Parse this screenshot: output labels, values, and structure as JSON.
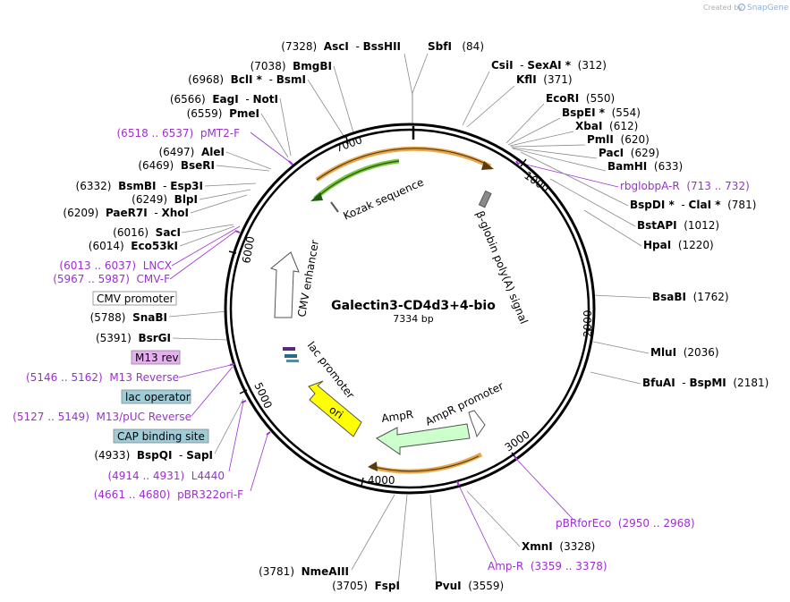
{
  "header": {
    "created_by": "Created by",
    "brand": "SnapGene"
  },
  "plasmid": {
    "name": "Galectin3-CD4d3+4-bio",
    "length_label": "7334 bp"
  },
  "ticks": [
    "1000",
    "2000",
    "3000",
    "4000",
    "5000",
    "6000",
    "7000"
  ],
  "features": {
    "kozak": "Kozak sequence",
    "beta_globin": "β-globin poly(A) signal",
    "cmv_enhancer": "CMV enhancer",
    "lac_promoter": "lac promoter",
    "ori": "ori",
    "ampr": "AmpR",
    "ampr_promoter": "AmpR promoter"
  },
  "sites": [
    {
      "id": "sbfi",
      "parts": [
        {
          "t": "SbfI",
          "cls": "enz"
        },
        {
          "t": "   (84)"
        }
      ]
    },
    {
      "id": "csii",
      "parts": [
        {
          "t": "CsiI",
          "cls": "enz"
        },
        {
          "t": "  - "
        },
        {
          "t": "SexAI *",
          "cls": "enz"
        },
        {
          "t": "  (312)"
        }
      ]
    },
    {
      "id": "kfli",
      "parts": [
        {
          "t": "KflI",
          "cls": "enz"
        },
        {
          "t": "  (371)"
        }
      ]
    },
    {
      "id": "ecori",
      "parts": [
        {
          "t": "EcoRI",
          "cls": "enz"
        },
        {
          "t": "  (550)"
        }
      ]
    },
    {
      "id": "bspei",
      "parts": [
        {
          "t": "BspEI *",
          "cls": "enz"
        },
        {
          "t": "  (554)"
        }
      ]
    },
    {
      "id": "xbai",
      "parts": [
        {
          "t": "XbaI",
          "cls": "enz"
        },
        {
          "t": "  (612)"
        }
      ]
    },
    {
      "id": "pmli",
      "parts": [
        {
          "t": "PmlI",
          "cls": "enz"
        },
        {
          "t": "  (620)"
        }
      ]
    },
    {
      "id": "paci",
      "parts": [
        {
          "t": "PacI",
          "cls": "enz"
        },
        {
          "t": "  (629)"
        }
      ]
    },
    {
      "id": "bamhi",
      "parts": [
        {
          "t": "BamHI",
          "cls": "enz"
        },
        {
          "t": "  (633)"
        }
      ]
    },
    {
      "id": "rbglobpa",
      "parts": [
        {
          "t": "rbglobpA-R",
          "cls": "primer"
        },
        {
          "t": "  (713 .. 732)",
          "cls": "primer"
        }
      ]
    },
    {
      "id": "bspdi",
      "parts": [
        {
          "t": "BspDI *",
          "cls": "enz"
        },
        {
          "t": "  - "
        },
        {
          "t": "ClaI *",
          "cls": "enz"
        },
        {
          "t": "  (781)"
        }
      ]
    },
    {
      "id": "bstapi",
      "parts": [
        {
          "t": "BstAPI",
          "cls": "enz"
        },
        {
          "t": "  (1012)"
        }
      ]
    },
    {
      "id": "hpai",
      "parts": [
        {
          "t": "HpaI",
          "cls": "enz"
        },
        {
          "t": "  (1220)"
        }
      ]
    },
    {
      "id": "bsabi",
      "parts": [
        {
          "t": "BsaBI",
          "cls": "enz"
        },
        {
          "t": "  (1762)"
        }
      ]
    },
    {
      "id": "mlui",
      "parts": [
        {
          "t": "MluI",
          "cls": "enz"
        },
        {
          "t": "  (2036)"
        }
      ]
    },
    {
      "id": "bfuai",
      "parts": [
        {
          "t": "BfuAI",
          "cls": "enz"
        },
        {
          "t": "  - "
        },
        {
          "t": "BspMI",
          "cls": "enz"
        },
        {
          "t": "  (2181)"
        }
      ]
    },
    {
      "id": "pbrforeco",
      "parts": [
        {
          "t": "pBRforEco",
          "cls": "primer"
        },
        {
          "t": "  (2950 .. 2968)",
          "cls": "primer"
        }
      ]
    },
    {
      "id": "xmni",
      "parts": [
        {
          "t": "XmnI",
          "cls": "enz"
        },
        {
          "t": "  (3328)"
        }
      ]
    },
    {
      "id": "ampr_primer",
      "parts": [
        {
          "t": "Amp-R",
          "cls": "primer"
        },
        {
          "t": "  (3359 .. 3378)",
          "cls": "primer"
        }
      ]
    },
    {
      "id": "pvui",
      "parts": [
        {
          "t": "PvuI",
          "cls": "enz"
        },
        {
          "t": "  (3559)"
        }
      ]
    },
    {
      "id": "fspi",
      "parts": [
        {
          "t": "(3705)  "
        },
        {
          "t": "FspI",
          "cls": "enz"
        }
      ]
    },
    {
      "id": "nmeaiii",
      "parts": [
        {
          "t": "(3781)  "
        },
        {
          "t": "NmeAIII",
          "cls": "enz"
        }
      ]
    },
    {
      "id": "pbr322ori",
      "parts": [
        {
          "t": "(4661 .. 4680)  ",
          "cls": "primer"
        },
        {
          "t": "pBR322ori-F",
          "cls": "primer"
        }
      ]
    },
    {
      "id": "l4440",
      "parts": [
        {
          "t": "(4914 .. 4931)  ",
          "cls": "primer"
        },
        {
          "t": "L4440",
          "cls": "primer"
        }
      ]
    },
    {
      "id": "bspqi",
      "parts": [
        {
          "t": "(4933)  "
        },
        {
          "t": "BspQI",
          "cls": "enz"
        },
        {
          "t": "  - "
        },
        {
          "t": "SapI",
          "cls": "enz"
        }
      ]
    },
    {
      "id": "m13puc",
      "parts": [
        {
          "t": "(5127 .. 5149)  ",
          "cls": "primer"
        },
        {
          "t": "M13/pUC Reverse",
          "cls": "primer"
        }
      ]
    },
    {
      "id": "m13rev_primer",
      "parts": [
        {
          "t": "(5146 .. 5162)  ",
          "cls": "primer"
        },
        {
          "t": "M13 Reverse",
          "cls": "primer"
        }
      ]
    },
    {
      "id": "bsrgi",
      "parts": [
        {
          "t": "(5391)  "
        },
        {
          "t": "BsrGI",
          "cls": "enz"
        }
      ]
    },
    {
      "id": "snabi",
      "parts": [
        {
          "t": "(5788)  "
        },
        {
          "t": "SnaBI",
          "cls": "enz"
        }
      ]
    },
    {
      "id": "cmvf",
      "parts": [
        {
          "t": "(5967 .. 5987)  ",
          "cls": "primer"
        },
        {
          "t": "CMV-F",
          "cls": "primer"
        }
      ]
    },
    {
      "id": "lncx",
      "parts": [
        {
          "t": "(6013 .. 6037)  ",
          "cls": "primer"
        },
        {
          "t": "LNCX",
          "cls": "primer"
        }
      ]
    },
    {
      "id": "eco53ki",
      "parts": [
        {
          "t": "(6014)  "
        },
        {
          "t": "Eco53kI",
          "cls": "enz"
        }
      ]
    },
    {
      "id": "saci",
      "parts": [
        {
          "t": "(6016)  "
        },
        {
          "t": "SacI",
          "cls": "enz"
        }
      ]
    },
    {
      "id": "paer7i",
      "parts": [
        {
          "t": "(6209)  "
        },
        {
          "t": "PaeR7I",
          "cls": "enz"
        },
        {
          "t": "  - "
        },
        {
          "t": "XhoI",
          "cls": "enz"
        }
      ]
    },
    {
      "id": "blpi",
      "parts": [
        {
          "t": "(6249)  "
        },
        {
          "t": "BlpI",
          "cls": "enz"
        }
      ]
    },
    {
      "id": "bsmbi",
      "parts": [
        {
          "t": "(6332)  "
        },
        {
          "t": "BsmBI",
          "cls": "enz"
        },
        {
          "t": "  - "
        },
        {
          "t": "Esp3I",
          "cls": "enz"
        }
      ]
    },
    {
      "id": "bseri",
      "parts": [
        {
          "t": "(6469)  "
        },
        {
          "t": "BseRI",
          "cls": "enz"
        }
      ]
    },
    {
      "id": "alei",
      "parts": [
        {
          "t": "(6497)  "
        },
        {
          "t": "AleI",
          "cls": "enz"
        }
      ]
    },
    {
      "id": "pmt2f",
      "parts": [
        {
          "t": "(6518 .. 6537)  ",
          "cls": "primer"
        },
        {
          "t": "pMT2-F",
          "cls": "primer"
        }
      ]
    },
    {
      "id": "pmei",
      "parts": [
        {
          "t": "(6559)  "
        },
        {
          "t": "PmeI",
          "cls": "enz"
        }
      ]
    },
    {
      "id": "eagi",
      "parts": [
        {
          "t": "(6566)  "
        },
        {
          "t": "EagI",
          "cls": "enz"
        },
        {
          "t": "  - "
        },
        {
          "t": "NotI",
          "cls": "enz"
        }
      ]
    },
    {
      "id": "bcli",
      "parts": [
        {
          "t": "(6968)  "
        },
        {
          "t": "BclI *",
          "cls": "enz"
        },
        {
          "t": "  - "
        },
        {
          "t": "BsmI",
          "cls": "enz"
        }
      ]
    },
    {
      "id": "bmgbi",
      "parts": [
        {
          "t": "(7038)  "
        },
        {
          "t": "BmgBI",
          "cls": "enz"
        }
      ]
    },
    {
      "id": "asci",
      "parts": [
        {
          "t": "(7328)  "
        },
        {
          "t": "AscI",
          "cls": "enz"
        },
        {
          "t": "  - "
        },
        {
          "t": "BssHII",
          "cls": "enz"
        }
      ]
    }
  ],
  "boxed": {
    "cmv_promoter": "CMV promoter",
    "m13_rev": "M13 rev",
    "lac_operator": "lac operator",
    "cap_site": "CAP binding site"
  }
}
